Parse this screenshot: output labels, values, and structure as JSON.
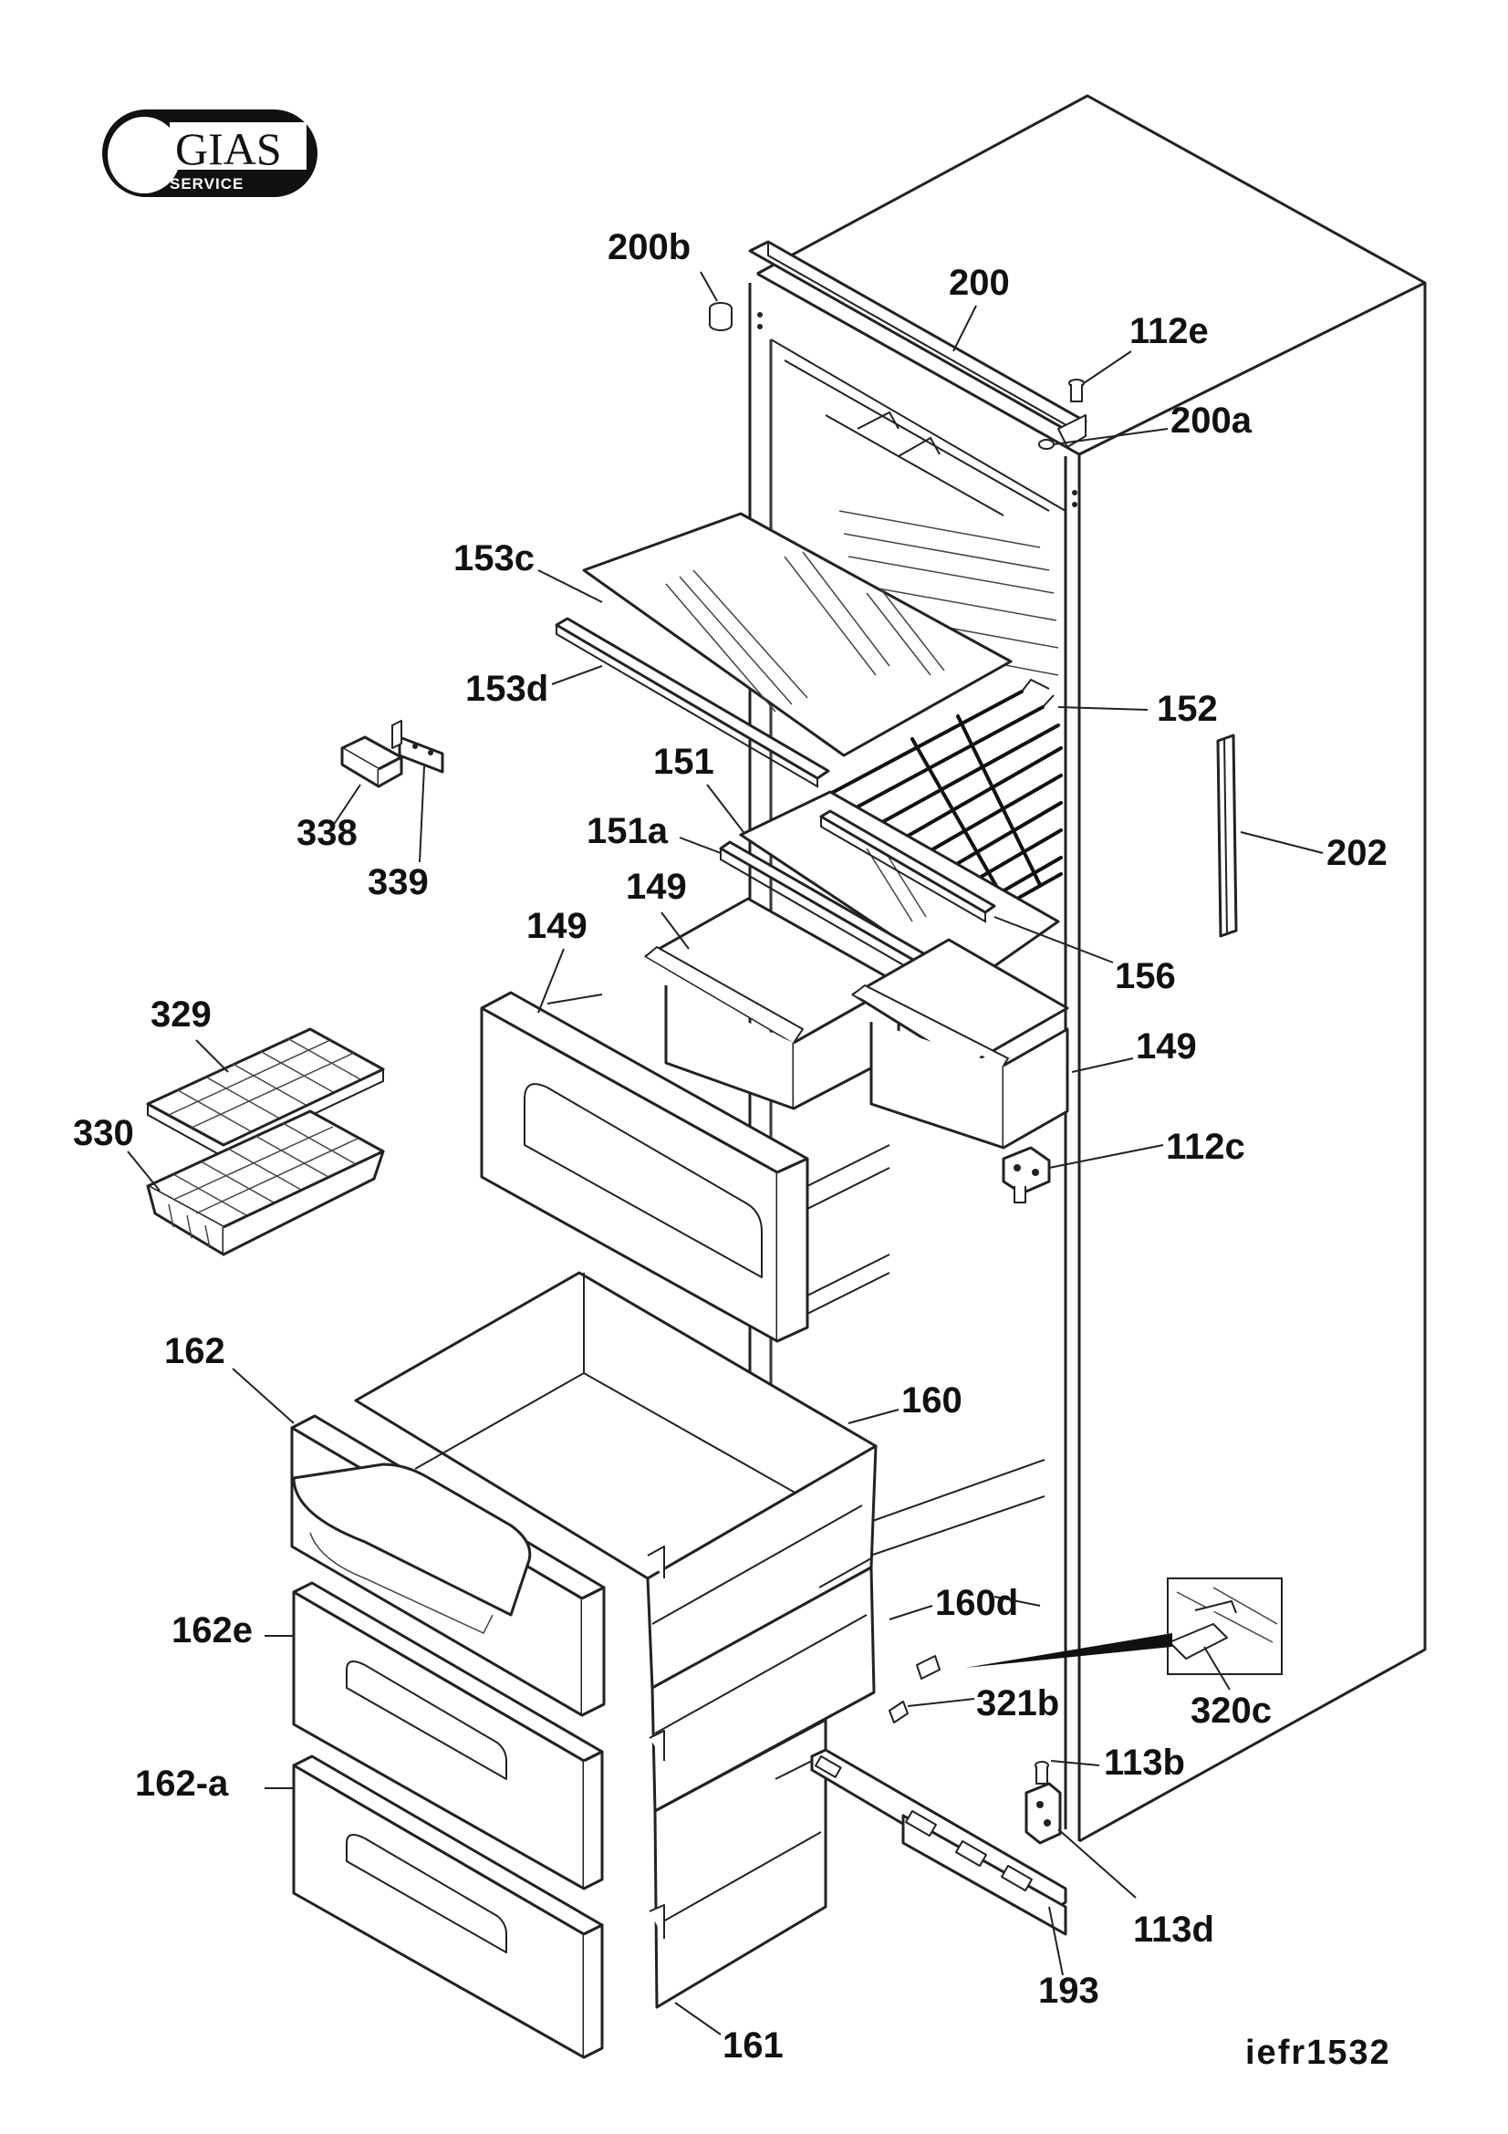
{
  "logo": {
    "name": "GIAS",
    "sub": "SERVICE"
  },
  "drawing_code": "iefr1532",
  "part_labels": {
    "p200b": "200b",
    "p200": "200",
    "p112e": "112e",
    "p200a": "200a",
    "p153c": "153c",
    "p153d": "153d",
    "p152": "152",
    "p202": "202",
    "p151": "151",
    "p151a": "151a",
    "p338": "338",
    "p339": "339",
    "p149_inner": "149",
    "p149_front": "149",
    "p156": "156",
    "p149_right": "149",
    "p329": "329",
    "p330": "330",
    "p112c": "112c",
    "p162": "162",
    "p160": "160",
    "p162e": "162e",
    "p160d": "160d",
    "p321b": "321b",
    "p320c": "320c",
    "p162a": "162-a",
    "p113b": "113b",
    "p113d": "113d",
    "p193": "193",
    "p161": "161"
  }
}
